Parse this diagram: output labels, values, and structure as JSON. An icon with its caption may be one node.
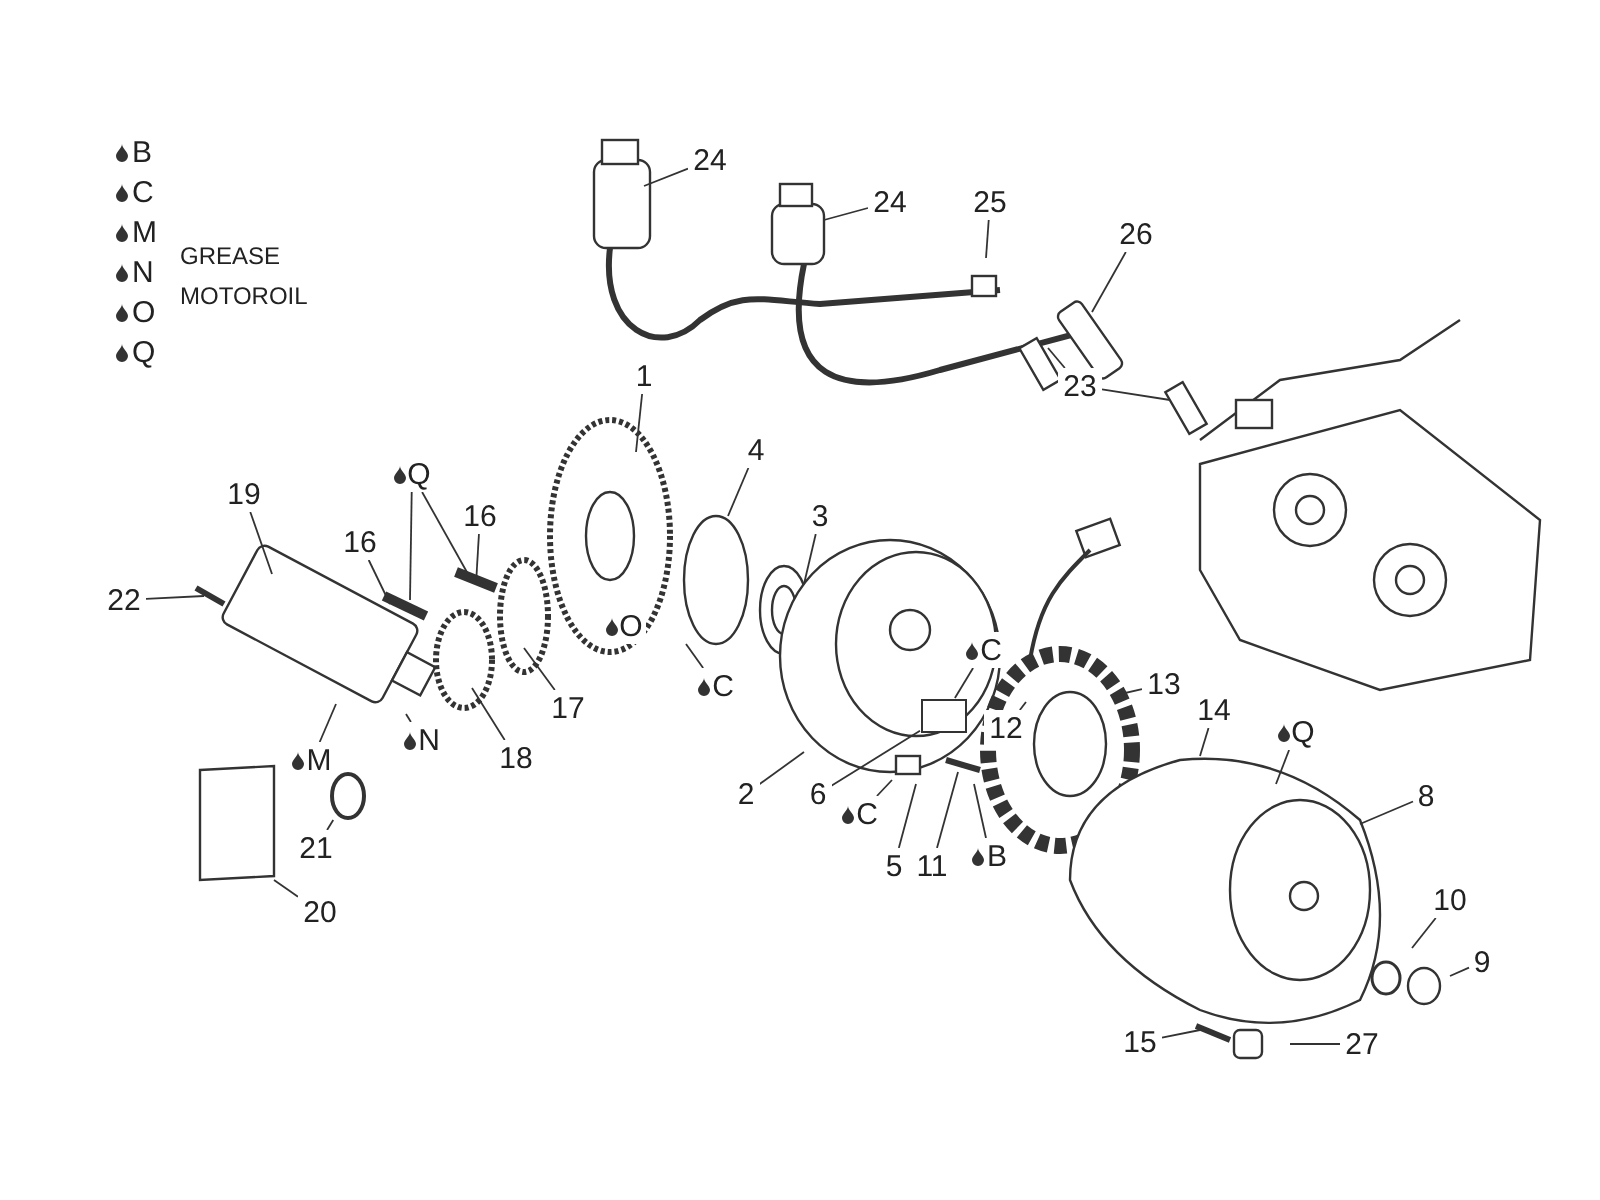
{
  "diagram": {
    "nodes": [
      {
        "text": [
          "24"
        ]
      },
      {
        "text": [
          "24"
        ]
      },
      {
        "text": [
          "25"
        ]
      },
      {
        "text": [
          "26"
        ]
      },
      {
        "text": [
          "23"
        ]
      },
      {
        "text": [
          "1"
        ]
      },
      {
        "text": [
          "4"
        ]
      },
      {
        "text": [
          "3"
        ]
      },
      {
        "text": [
          "19"
        ]
      },
      {
        "text": [
          "Q"
        ]
      },
      {
        "text": [
          "16"
        ]
      },
      {
        "text": [
          "16"
        ]
      },
      {
        "text": [
          "22"
        ]
      },
      {
        "text": [
          "17"
        ]
      },
      {
        "text": [
          "O"
        ]
      },
      {
        "text": [
          "18"
        ]
      },
      {
        "text": [
          "M"
        ]
      },
      {
        "text": [
          "N"
        ]
      },
      {
        "text": [
          "21"
        ]
      },
      {
        "text": [
          "20"
        ]
      },
      {
        "text": [
          "2"
        ]
      },
      {
        "text": [
          "6"
        ]
      },
      {
        "text": [
          "C"
        ]
      },
      {
        "text": [
          "C"
        ]
      },
      {
        "text": [
          "C"
        ]
      },
      {
        "text": [
          "5"
        ]
      },
      {
        "text": [
          "11"
        ]
      },
      {
        "text": [
          "B"
        ]
      },
      {
        "text": [
          "12"
        ]
      },
      {
        "text": [
          "13"
        ]
      },
      {
        "text": [
          "14"
        ]
      },
      {
        "text": [
          "Q"
        ]
      },
      {
        "text": [
          "8"
        ]
      },
      {
        "text": [
          "10"
        ]
      },
      {
        "text": [
          "9"
        ]
      },
      {
        "text": [
          "15"
        ]
      },
      {
        "text": [
          "27"
        ]
      },
      {
        "text": [],
        "shape": "circle"
      },
      {
        "text": [],
        "shape": "box"
      }
    ],
    "edges": [
      {
        "from": 0,
        "to": null,
        "arrow": "none"
      },
      {
        "from": 1,
        "to": null,
        "arrow": "none"
      },
      {
        "from": 2,
        "to": null,
        "arrow": "none"
      },
      {
        "from": 3,
        "to": null,
        "arrow": "none"
      },
      {
        "from": 4,
        "to": null,
        "arrow": "none"
      },
      {
        "from": 4,
        "to": null,
        "arrow": "none"
      },
      {
        "from": 5,
        "to": null,
        "arrow": "none"
      },
      {
        "from": 6,
        "to": null,
        "arrow": "none"
      },
      {
        "from": 7,
        "to": null,
        "arrow": "none"
      },
      {
        "from": 8,
        "to": null,
        "arrow": "none"
      },
      {
        "from": 9,
        "to": null,
        "arrow": "none"
      },
      {
        "from": 9,
        "to": null,
        "arrow": "none"
      },
      {
        "from": 10,
        "to": null,
        "arrow": "none"
      },
      {
        "from": 11,
        "to": null,
        "arrow": "none"
      },
      {
        "from": 12,
        "to": null,
        "arrow": "none"
      },
      {
        "from": 13,
        "to": null,
        "arrow": "none"
      },
      {
        "from": 15,
        "to": null,
        "arrow": "none"
      },
      {
        "from": 16,
        "to": null,
        "arrow": "none"
      },
      {
        "from": 17,
        "to": null,
        "arrow": "none"
      },
      {
        "from": 18,
        "to": 37,
        "arrow": "none"
      },
      {
        "from": 19,
        "to": null,
        "arrow": "none"
      },
      {
        "from": 20,
        "to": null,
        "arrow": "none"
      },
      {
        "from": 21,
        "to": 38,
        "arrow": "none"
      },
      {
        "from": 22,
        "to": null,
        "arrow": "none"
      },
      {
        "from": 23,
        "to": 38,
        "arrow": "none"
      },
      {
        "from": 24,
        "to": null,
        "arrow": "none"
      },
      {
        "from": 25,
        "to": null,
        "arrow": "none"
      },
      {
        "from": 26,
        "to": null,
        "arrow": "none"
      },
      {
        "from": 27,
        "to": null,
        "arrow": "none"
      },
      {
        "from": 28,
        "to": null,
        "arrow": "none"
      },
      {
        "from": 29,
        "to": null,
        "arrow": "none"
      },
      {
        "from": 30,
        "to": null,
        "arrow": "none"
      },
      {
        "from": 31,
        "to": null,
        "arrow": "none"
      },
      {
        "from": 32,
        "to": null,
        "arrow": "none"
      },
      {
        "from": 33,
        "to": null,
        "arrow": "none"
      },
      {
        "from": 34,
        "to": null,
        "arrow": "none"
      },
      {
        "from": 35,
        "to": null,
        "arrow": "none"
      },
      {
        "from": 36,
        "to": null,
        "arrow": "none"
      }
    ],
    "labels": [
      "GREASE",
      "MOTOROIL"
    ],
    "legend": [
      {
        "text": "B"
      },
      {
        "text": "C"
      },
      {
        "text": "M"
      },
      {
        "text": "N"
      },
      {
        "text": "O"
      },
      {
        "text": "Q"
      }
    ]
  }
}
